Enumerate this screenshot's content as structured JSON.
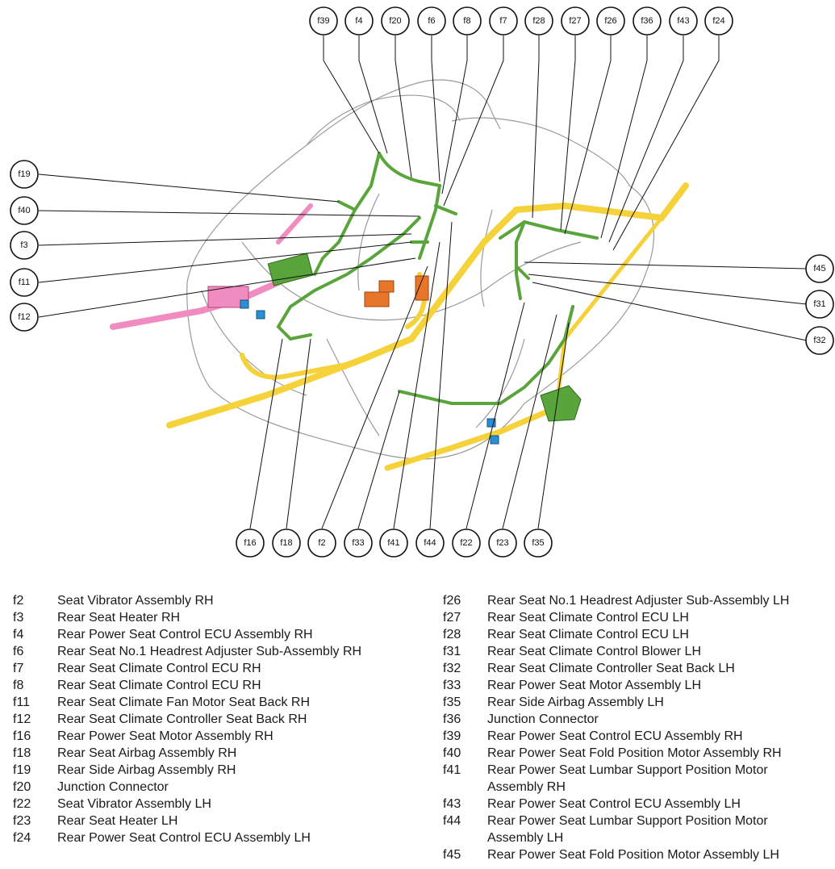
{
  "callouts": {
    "top": [
      "f39",
      "f4",
      "f20",
      "f6",
      "f8",
      "f7",
      "f28",
      "f27",
      "f26",
      "f36",
      "f43",
      "f24"
    ],
    "left": [
      "f19",
      "f40",
      "f3",
      "f11",
      "f12"
    ],
    "right": [
      "f45",
      "f31",
      "f32"
    ],
    "bottom": [
      "f16",
      "f18",
      "f2",
      "f33",
      "f41",
      "f44",
      "f22",
      "f23",
      "f35"
    ]
  },
  "legend_left": [
    {
      "code": "f2",
      "desc": "Seat Vibrator Assembly RH"
    },
    {
      "code": "f3",
      "desc": "Rear Seat Heater RH"
    },
    {
      "code": "f4",
      "desc": "Rear Power Seat Control ECU Assembly RH"
    },
    {
      "code": "f6",
      "desc": "Rear Seat No.1 Headrest Adjuster Sub-Assembly RH"
    },
    {
      "code": "f7",
      "desc": "Rear Seat Climate Control ECU RH"
    },
    {
      "code": "f8",
      "desc": "Rear Seat Climate Control ECU RH"
    },
    {
      "code": "f11",
      "desc": "Rear Seat Climate Fan Motor Seat Back RH"
    },
    {
      "code": "f12",
      "desc": "Rear Seat Climate Controller Seat Back RH"
    },
    {
      "code": "f16",
      "desc": "Rear Power Seat Motor Assembly RH"
    },
    {
      "code": "f18",
      "desc": "Rear Seat Airbag Assembly RH"
    },
    {
      "code": "f19",
      "desc": "Rear Side Airbag Assembly RH"
    },
    {
      "code": "f20",
      "desc": "Junction Connector"
    },
    {
      "code": "f22",
      "desc": "Seat Vibrator Assembly LH"
    },
    {
      "code": "f23",
      "desc": "Rear Seat Heater LH"
    },
    {
      "code": "f24",
      "desc": "Rear Power Seat Control ECU Assembly LH"
    }
  ],
  "legend_right": [
    {
      "code": "f26",
      "desc": "Rear Seat No.1 Headrest Adjuster Sub-Assembly LH"
    },
    {
      "code": "f27",
      "desc": "Rear Seat Climate Control ECU LH"
    },
    {
      "code": "f28",
      "desc": "Rear Seat Climate Control ECU LH"
    },
    {
      "code": "f31",
      "desc": "Rear Seat Climate Control Blower LH"
    },
    {
      "code": "f32",
      "desc": "Rear Seat Climate Controller Seat Back LH"
    },
    {
      "code": "f33",
      "desc": "Rear Power Seat Motor Assembly LH"
    },
    {
      "code": "f35",
      "desc": "Rear Side Airbag Assembly LH"
    },
    {
      "code": "f36",
      "desc": "Junction Connector"
    },
    {
      "code": "f39",
      "desc": "Rear Power Seat Control ECU Assembly RH"
    },
    {
      "code": "f40",
      "desc": "Rear Power Seat Fold Position Motor Assembly RH"
    },
    {
      "code": "f41",
      "desc": "Rear Power Seat Lumbar Support Position Motor Assembly RH"
    },
    {
      "code": "f43",
      "desc": "Rear Power Seat Control ECU Assembly LH"
    },
    {
      "code": "f44",
      "desc": "Rear Power Seat Lumbar Support Position Motor Assembly LH"
    },
    {
      "code": "f45",
      "desc": "Rear Power Seat Fold Position Motor Assembly LH"
    }
  ],
  "colors": {
    "harness_green": "#5aa43c",
    "harness_yellow": "#f5d23a",
    "harness_pink": "#f08cc0",
    "harness_orange": "#e8762a",
    "connector_blue": "#2b8fd6",
    "seat_outline": "#9a9a9a"
  }
}
